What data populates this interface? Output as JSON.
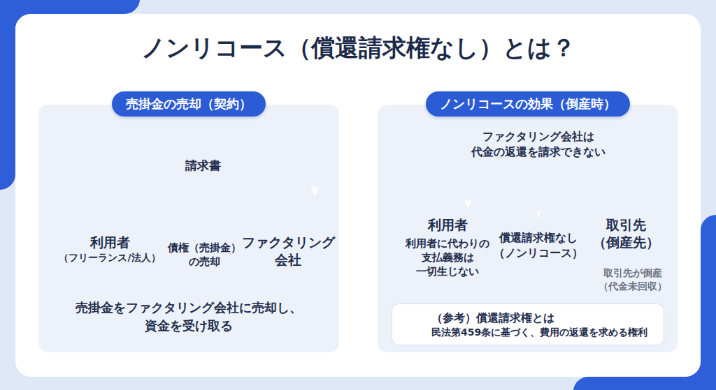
{
  "diagram": {
    "title": "ノンリコース（償還請求権なし）とは？",
    "nodes": [
      {
        "text": [
          "売掛金の売却（契約）",
          "売掛金をファクタリング会社に売却し、 資金を受け取る"
        ]
      },
      {
        "text": [
          "利用者",
          "（フリーランス/法人）"
        ],
        "in": 0
      },
      {
        "text": [
          "ファクタリング 会社"
        ],
        "in": 0
      },
      {
        "text": [
          "ノンリコースの効果（倒産時）"
        ]
      },
      {
        "text": [
          "利用者",
          "利用者に代わりの 支払義務は 一切生じない"
        ],
        "in": 3
      },
      {
        "text": [
          "取引先 （倒産先）"
        ],
        "in": 3
      },
      {
        "text": [
          "（参考）償還請求権とは",
          "民法第459条に基づく、費用の返還を求める権利"
        ],
        "in": 3
      }
    ],
    "edges": [
      {
        "from": 1,
        "to": 2,
        "label": "請求書",
        "arrow": "to"
      },
      {
        "from": 2,
        "to": 1,
        "label": "債権（売掛金） の売却",
        "arrow": "to"
      },
      {
        "from": 5,
        "to": 4,
        "label": "償還請求権なし （ノンリコース）",
        "arrow": "to"
      }
    ],
    "labels": [
      "ファクタリング会社は 代金の返還を請求できない",
      "取引先が倒産 （代金未回収）",
      "¥",
      "¥",
      "!"
    ]
  }
}
